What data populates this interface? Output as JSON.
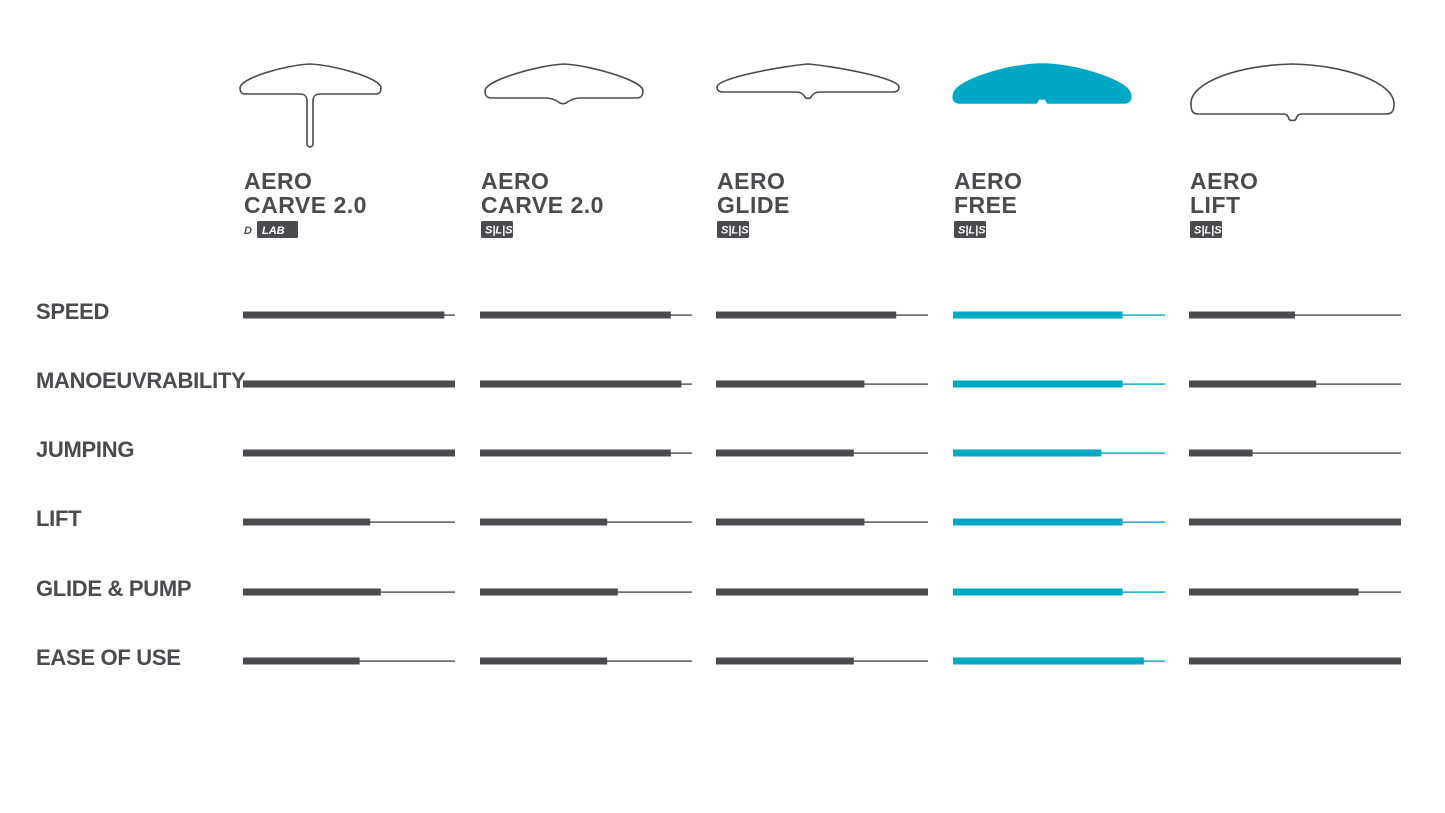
{
  "colors": {
    "dark": "#4a4b4f",
    "accent": "#00a8c6",
    "outline": "#4a4b4f",
    "badge_text": "#ffffff"
  },
  "products": [
    {
      "name_line1": "AERO",
      "name_line2": "CARVE 2.0",
      "badge_prefix": "D",
      "badge": "LAB",
      "icon": "foil-wing-with-mast-icon",
      "highlight": false
    },
    {
      "name_line1": "AERO",
      "name_line2": "CARVE 2.0",
      "badge": "S|L|S",
      "icon": "foil-wing-carve-icon",
      "highlight": false
    },
    {
      "name_line1": "AERO",
      "name_line2": "GLIDE",
      "badge": "S|L|S",
      "icon": "foil-wing-glide-icon",
      "highlight": false
    },
    {
      "name_line1": "AERO",
      "name_line2": "FREE",
      "badge": "S|L|S",
      "icon": "foil-wing-free-icon",
      "highlight": true
    },
    {
      "name_line1": "AERO",
      "name_line2": "LIFT",
      "badge": "S|L|S",
      "icon": "foil-wing-lift-icon",
      "highlight": false
    }
  ],
  "chart_data": {
    "type": "bar",
    "orientation": "horizontal",
    "categories": [
      "SPEED",
      "MANOEUVRABILITY",
      "JUMPING",
      "LIFT",
      "GLIDE & PUMP",
      "EASE OF USE"
    ],
    "xlim": [
      0,
      1
    ],
    "series": [
      {
        "name": "AERO CARVE 2.0 D LAB",
        "values": [
          0.95,
          1.0,
          1.0,
          0.6,
          0.65,
          0.55
        ]
      },
      {
        "name": "AERO CARVE 2.0 S|L|S",
        "values": [
          0.9,
          0.95,
          0.9,
          0.6,
          0.65,
          0.6
        ]
      },
      {
        "name": "AERO GLIDE S|L|S",
        "values": [
          0.85,
          0.7,
          0.65,
          0.7,
          1.0,
          0.65
        ]
      },
      {
        "name": "AERO FREE S|L|S",
        "values": [
          0.8,
          0.8,
          0.7,
          0.8,
          0.8,
          0.9
        ]
      },
      {
        "name": "AERO LIFT S|L|S",
        "values": [
          0.5,
          0.6,
          0.3,
          1.0,
          0.8,
          1.0
        ]
      }
    ]
  }
}
